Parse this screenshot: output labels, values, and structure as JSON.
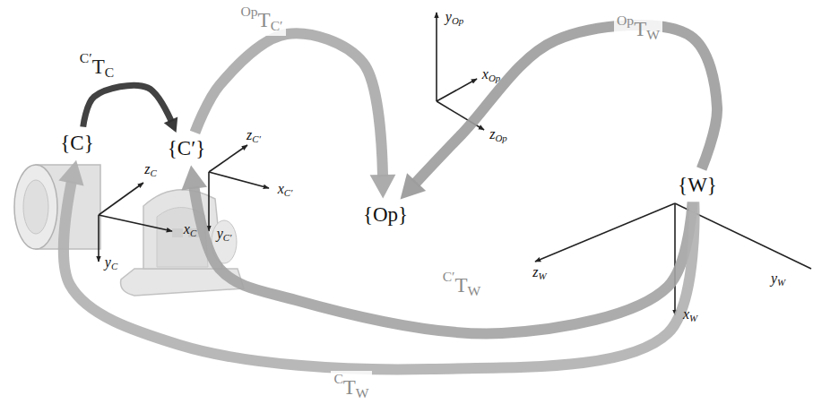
{
  "diagram": {
    "nodes": [
      {
        "text": [
          "{C}"
        ]
      },
      {
        "text": [
          "{C′}"
        ]
      },
      {
        "text": [
          "{Op}"
        ]
      },
      {
        "text": [
          "{W}"
        ]
      }
    ],
    "edges": [
      {
        "from": 1,
        "to": 2,
        "arrow": "to",
        "label": "OpTC′"
      },
      {
        "from": 3,
        "to": 2,
        "arrow": "to",
        "label": "OpTW"
      },
      {
        "from": 0,
        "to": 1,
        "arrow": "to",
        "label": "C′TC"
      },
      {
        "from": 3,
        "to": 1,
        "arrow": "to",
        "label": "C′TW"
      },
      {
        "from": 3,
        "to": 0,
        "arrow": "to",
        "label": "CTW"
      }
    ],
    "labels": [
      "yOp",
      "xOp",
      "zOp",
      "zC′",
      "xC′",
      "yC′",
      "zC",
      "xC",
      "yC",
      "zW",
      "yW",
      "xW"
    ]
  }
}
